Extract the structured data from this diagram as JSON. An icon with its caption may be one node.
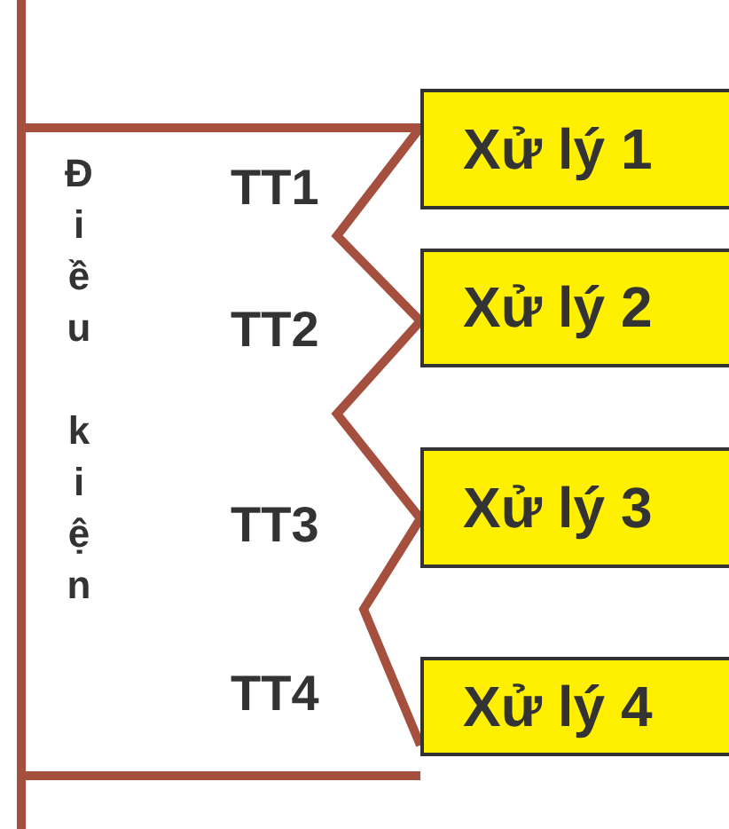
{
  "diagram": {
    "nodes": [
      {
        "text": [
          "Xử lý 1"
        ]
      },
      {
        "text": [
          "Xử lý 2"
        ]
      },
      {
        "text": [
          "Xử lý 3"
        ]
      },
      {
        "text": [
          "Xử lý 4"
        ]
      }
    ],
    "edges": [
      {
        "from": 0,
        "to": 1,
        "arrow": "none"
      },
      {
        "from": 1,
        "to": 2,
        "arrow": "none"
      },
      {
        "from": 2,
        "to": 3,
        "arrow": "none"
      }
    ],
    "labels": [
      "Điều kiện",
      "TT1",
      "TT2",
      "TT3",
      "TT4"
    ]
  }
}
